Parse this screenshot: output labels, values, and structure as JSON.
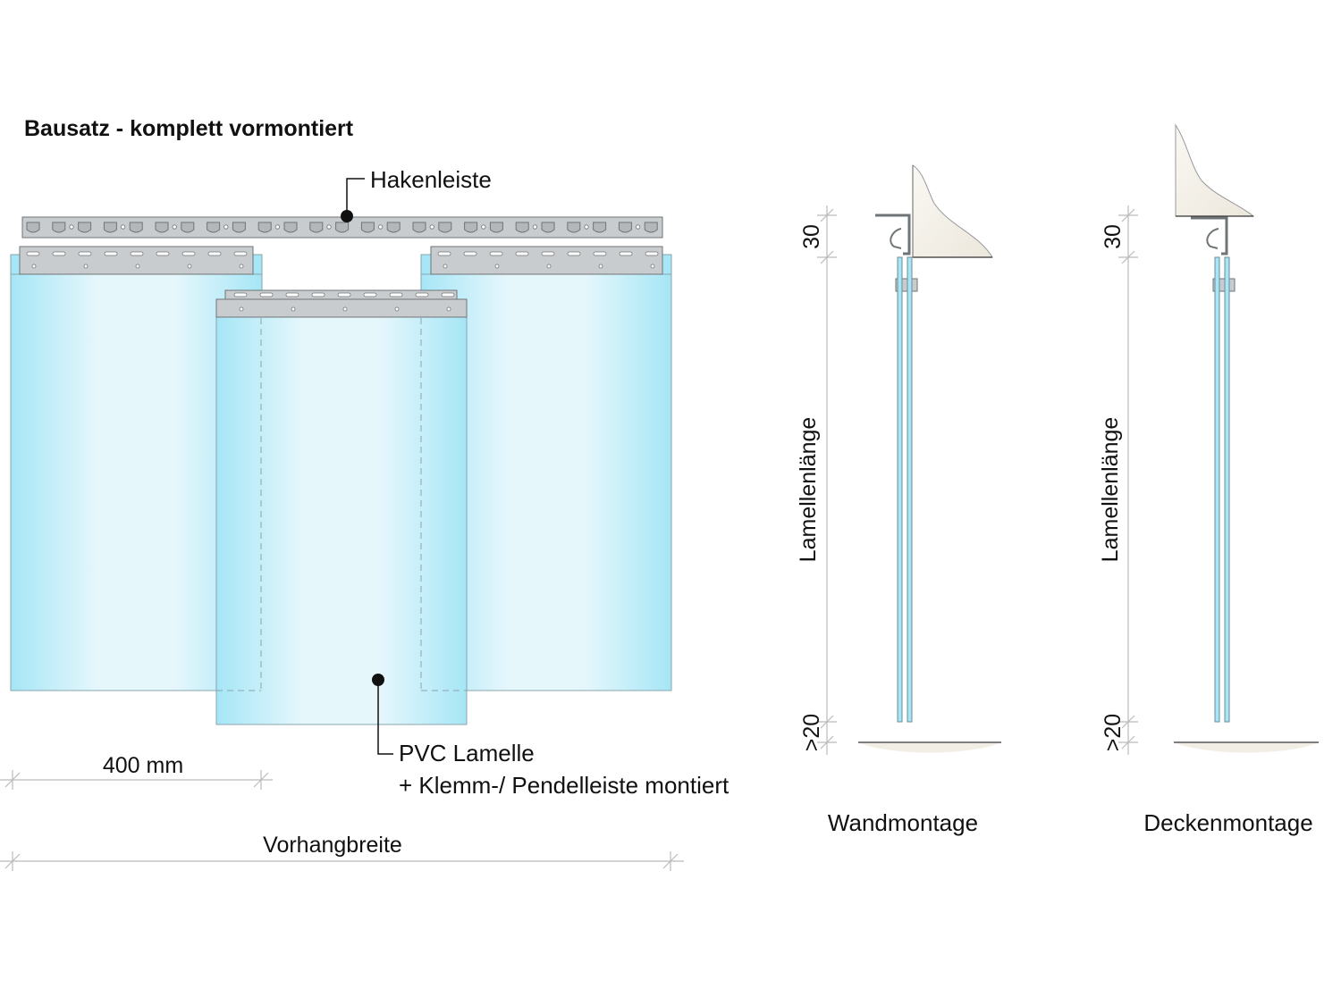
{
  "title": "Bausatz - komplett vormontiert",
  "labels": {
    "hook_rail": "Hakenleiste",
    "pvc_strip": "PVC Lamelle",
    "pvc_strip_note": "+ Klemm-/ Pendelleiste montiert",
    "strip_width": "400 mm",
    "curtain_width": "Vorhangbreite"
  },
  "mountings": [
    {
      "name": "Wandmontage",
      "top_dim": "30",
      "length_dim": "Lamellenlänge",
      "bottom_dim": ">20"
    },
    {
      "name": "Deckenmontage",
      "top_dim": "30",
      "length_dim": "Lamellenlänge",
      "bottom_dim": ">20"
    }
  ],
  "colors": {
    "strip_edge": "#a6e6f6",
    "strip_center": "#e6f7fc",
    "strip_outline": "#8aa4ae",
    "metal": "#c9ccce",
    "metal_outline": "#6f7476",
    "dimension_line": "#bbbbbb",
    "wall_fill": "#f2eee6"
  }
}
